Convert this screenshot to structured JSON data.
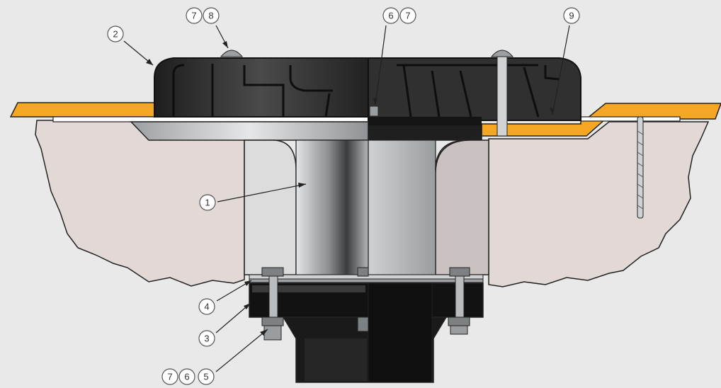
{
  "diagram": {
    "callouts": [
      {
        "id": "c2",
        "label": "2"
      },
      {
        "id": "c7a",
        "label": "7"
      },
      {
        "id": "c8",
        "label": "8"
      },
      {
        "id": "c6a",
        "label": "6"
      },
      {
        "id": "c7b",
        "label": "7"
      },
      {
        "id": "c9",
        "label": "9"
      },
      {
        "id": "c1",
        "label": "1"
      },
      {
        "id": "c4",
        "label": "4"
      },
      {
        "id": "c3",
        "label": "3"
      },
      {
        "id": "c7c",
        "label": "7"
      },
      {
        "id": "c6b",
        "label": "6"
      },
      {
        "id": "c5",
        "label": "5"
      }
    ],
    "colors": {
      "background": "#e9e9e9",
      "membrane": "#f5a623",
      "concrete": "#e2d9d6",
      "steel": "#b9bdbf",
      "dark_body": "#2a2a2a"
    }
  }
}
